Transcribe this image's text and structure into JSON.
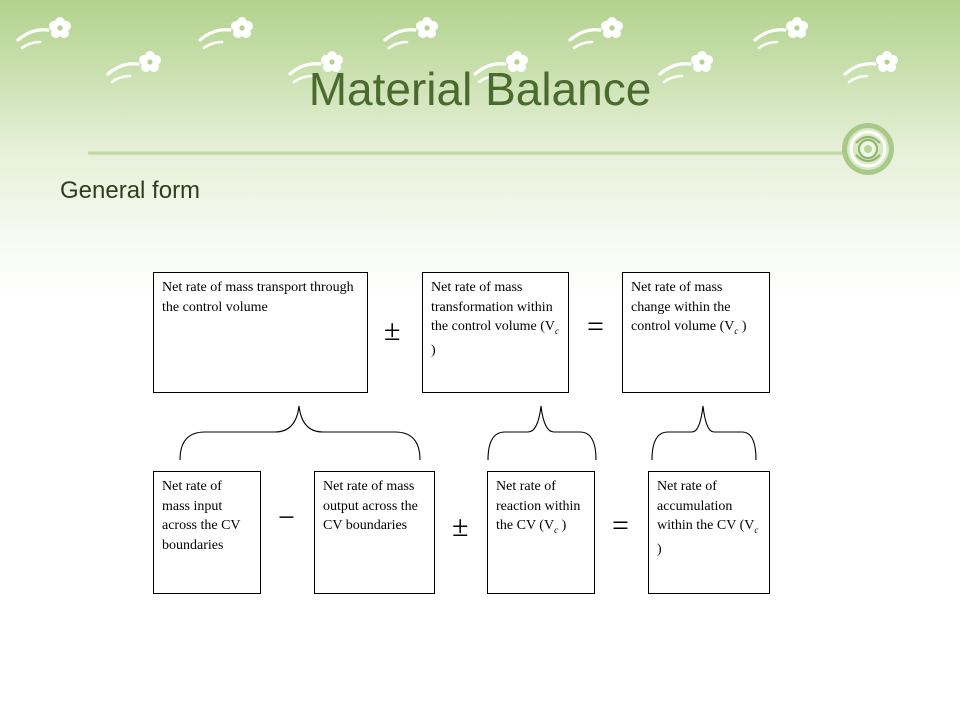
{
  "slide": {
    "title": "Material Balance",
    "subtitle": "General form"
  },
  "top_row": {
    "transport": "Net rate of mass transport through the control volume",
    "transformation": "Net rate of mass transformation within the control volume (V",
    "transformation_sub": "c",
    "transformation_end": " )",
    "change": "Net rate of mass change within the control volume (V",
    "change_sub": "c",
    "change_end": " )",
    "op_plus_minus": "±",
    "op_equals": "="
  },
  "bottom_row": {
    "input": "Net rate of mass input across the CV boundaries",
    "output": "Net rate of mass output across the CV boundaries",
    "reaction": "Net rate of reaction within the CV (V",
    "reaction_sub": "c",
    "reaction_end": " )",
    "accumulation": "Net rate of accumulation within the CV (V",
    "accumulation_sub": "c",
    "accumulation_end": " )",
    "op_minus": "−",
    "op_plus_minus": "±",
    "op_equals": "="
  },
  "colors": {
    "title": "#4a6a2f",
    "header_green": "#b2d28e",
    "decoration": "#ffffff"
  },
  "icons": [
    "flower-sprig-icon",
    "ring-emblem-icon"
  ]
}
